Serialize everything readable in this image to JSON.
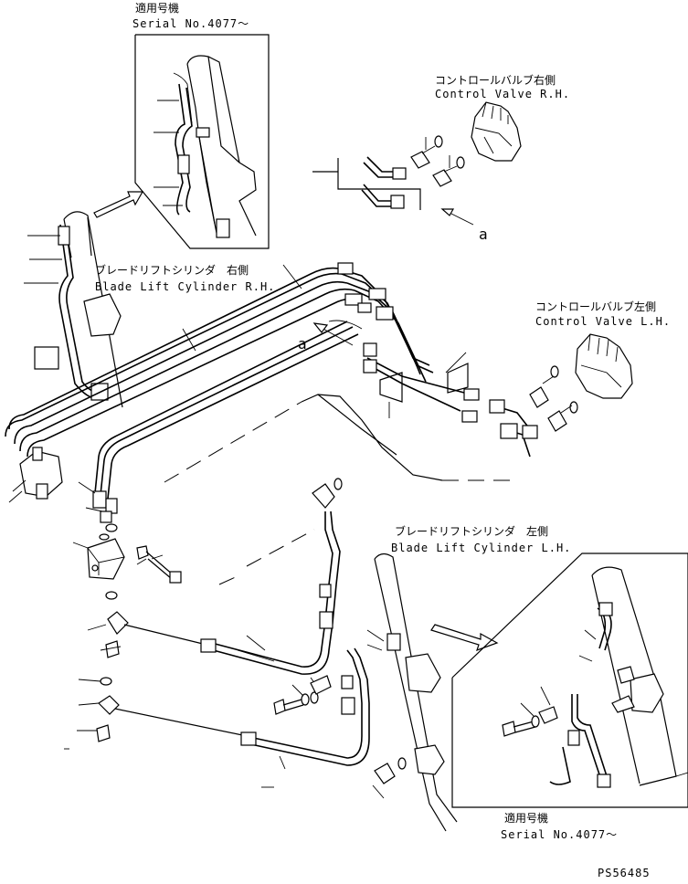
{
  "labels": {
    "serial_top_jp": "適用号機",
    "serial_top": "Serial No.4077～",
    "cv_rh_jp": "コントロールバルブ右側",
    "cv_rh": "Control Valve R.H.",
    "blc_rh_jp": "ブレードリフトシリンダ　右側",
    "blc_rh": "Blade Lift Cylinder R.H.",
    "cv_lh_jp": "コントロールバルブ左側",
    "cv_lh": "Control Valve L.H.",
    "blc_lh_jp": "ブレードリフトシリンダ　左側",
    "blc_lh": "Blade Lift Cylinder L.H.",
    "serial_bottom_jp": "適用号機",
    "serial_bottom": "Serial No.4077～",
    "view_a_upper": "a",
    "view_a_lower": "a",
    "drawing_no": "PS56485"
  }
}
